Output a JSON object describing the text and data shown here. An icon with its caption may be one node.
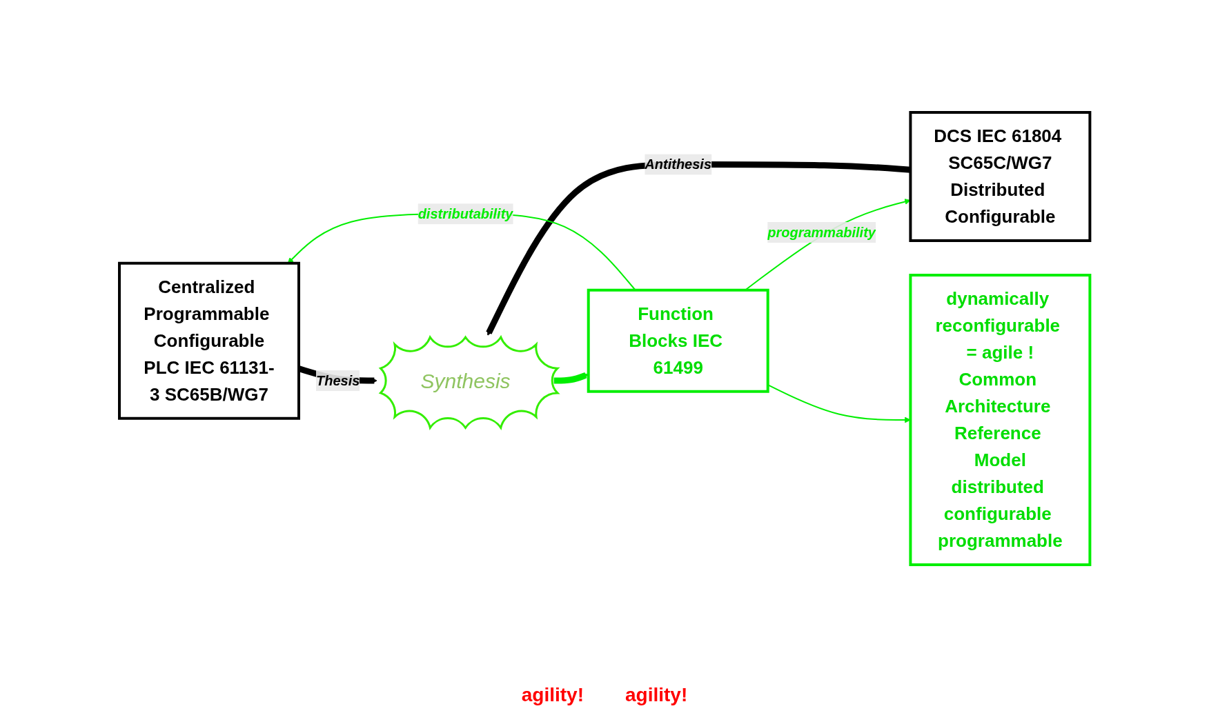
{
  "diagram": {
    "nodes": [
      {
        "text": [
          "Centralized Programmable Configurable",
          "PLC IEC 61131-3 SC65B/WG7"
        ]
      },
      {
        "text": [
          "Synthesis"
        ]
      },
      {
        "text": [
          "DCS IEC 61804 SC65C/WG7",
          "Distributed Configurable"
        ]
      },
      {
        "text": [
          "Function Blocks IEC 61499"
        ]
      },
      {
        "text": [
          "dynamically reconfigurable = agile !",
          "Common Architecture Reference Model",
          "distributed configurable programmable"
        ]
      }
    ],
    "edges": [
      {
        "from": 0,
        "to": 1,
        "arrow": "to",
        "label": "Thesis",
        "style": "thick",
        "color": "#000000"
      },
      {
        "from": 2,
        "to": 1,
        "arrow": "to",
        "label": "Antithesis",
        "style": "thick",
        "color": "#000000"
      },
      {
        "from": 1,
        "to": 3,
        "arrow": "to",
        "style": "thick"
      },
      {
        "from": 3,
        "to": 0,
        "arrow": "to",
        "label": "distributability"
      },
      {
        "from": 3,
        "to": 2,
        "arrow": "to",
        "label": "programmability"
      },
      {
        "from": 3,
        "to": 4,
        "arrow": "to"
      }
    ],
    "labels": [
      "agility!",
      "agility!"
    ]
  }
}
